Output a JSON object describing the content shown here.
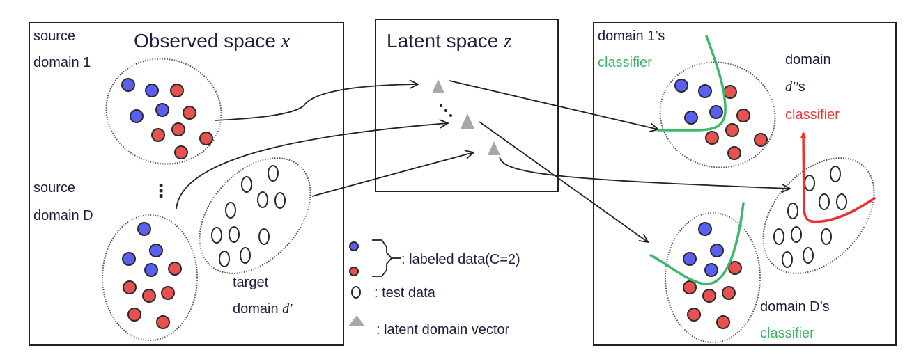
{
  "panels": {
    "observed": {
      "title": "Observed space ",
      "title_var": "x",
      "source1_line1": "source",
      "source1_line2": "domain 1",
      "sourceD_line1": "source",
      "sourceD_line2": "domain D",
      "vdots": "⋮",
      "target_line1": "target",
      "target_line2_text": "domain ",
      "target_line2_var": "d′"
    },
    "latent": {
      "title": "Latent space ",
      "title_var": "z"
    },
    "classifiers": {
      "domain1_line1": "domain 1’s",
      "domain1_line2": "classifier",
      "dpp_line1": "domain",
      "dpp_line2_var": "d′′",
      "dpp_line2_text": "s",
      "dpp_line3": "classifier",
      "domainD_line1": "domain D’s",
      "domainD_line2": "classifier"
    }
  },
  "legend": {
    "labeled": ": labeled data(C=2)",
    "test": ": test data",
    "latent": ": latent domain vector"
  },
  "colors": {
    "class_blue": "#5b5ff0",
    "class_red": "#e95050",
    "classifier_green": "#3cb86a",
    "classifier_red": "#f03a3a",
    "latent_vector": "#a8a8a8"
  },
  "clusters": {
    "source1": {
      "blue": 4,
      "red": 6
    },
    "sourceD": {
      "blue": 4,
      "red": 6
    },
    "target": {
      "test": 10
    }
  },
  "latent_vectors": 3
}
